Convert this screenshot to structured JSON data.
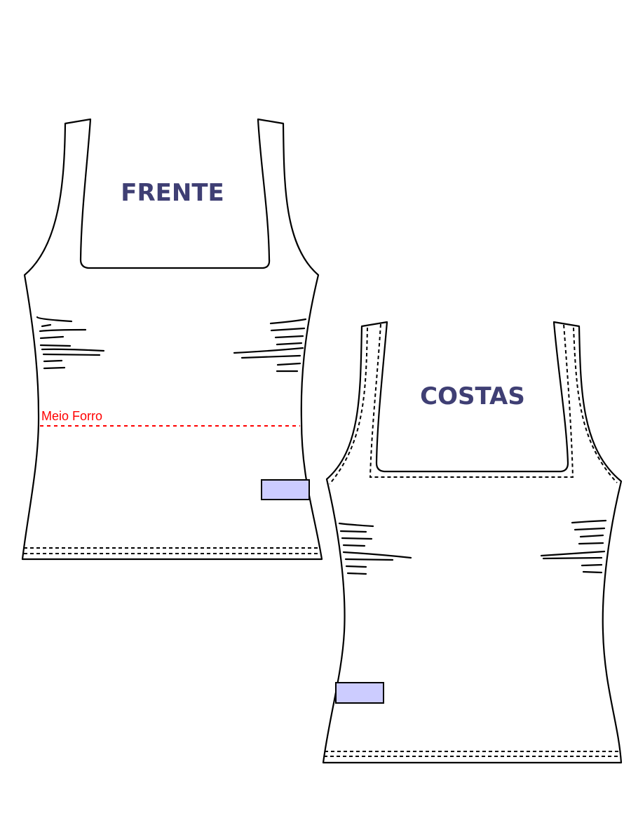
{
  "front": {
    "label": "FRENTE",
    "lining_label": "Meio Forro"
  },
  "back": {
    "label": "COSTAS"
  },
  "colors": {
    "label_text": "#3f3f74",
    "lining_line": "#ff0000",
    "tag_fill": "#ccccff"
  }
}
